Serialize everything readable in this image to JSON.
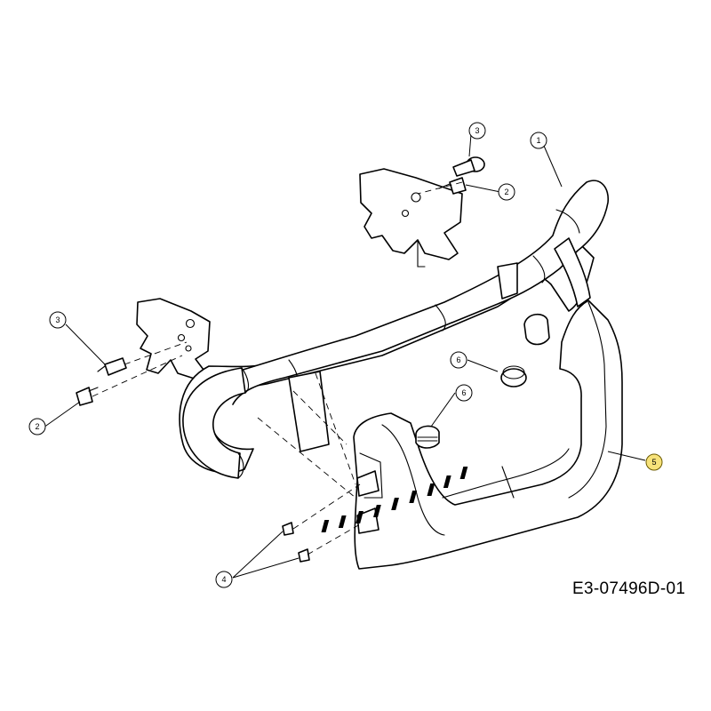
{
  "drawing_number": "E3-07496D-01",
  "highlight_color": "#f7e27a",
  "callouts": [
    {
      "label": "1",
      "part": "bumper-bar"
    },
    {
      "label": "2",
      "part": "bolt-upper"
    },
    {
      "label": "3",
      "part": "pin-upper"
    },
    {
      "label": "3",
      "part": "pin-left"
    },
    {
      "label": "2",
      "part": "bolt-left"
    },
    {
      "label": "6",
      "part": "plug-upper"
    },
    {
      "label": "6",
      "part": "plug-lower"
    },
    {
      "label": "5",
      "part": "bumper-guard",
      "highlighted": true
    },
    {
      "label": "4",
      "part": "screws"
    }
  ]
}
